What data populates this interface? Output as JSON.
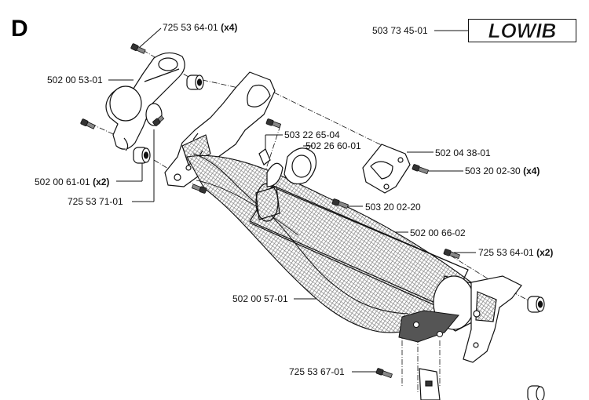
{
  "section_letter": "D",
  "logo": {
    "text": "LOWIB"
  },
  "colors": {
    "line": "#111111",
    "mesh": "#6e6e6e",
    "fill": "#ffffff"
  },
  "callouts": [
    {
      "id": "c1",
      "part": "725 53 64-01",
      "qty": "(x4)"
    },
    {
      "id": "c2",
      "part": "503 73 45-01",
      "qty": ""
    },
    {
      "id": "c3",
      "part": "502 00 53-01",
      "qty": ""
    },
    {
      "id": "c4",
      "part": "503 22 65-04",
      "qty": ""
    },
    {
      "id": "c5",
      "part": "502 26 60-01",
      "qty": ""
    },
    {
      "id": "c6",
      "part": "502 04 38-01",
      "qty": ""
    },
    {
      "id": "c7",
      "part": "503 20 02-30",
      "qty": "(x4)"
    },
    {
      "id": "c8",
      "part": "502 00 61-01",
      "qty": "(x2)"
    },
    {
      "id": "c9",
      "part": "725 53 71-01",
      "qty": ""
    },
    {
      "id": "c10",
      "part": "503 20 02-20",
      "qty": ""
    },
    {
      "id": "c11",
      "part": "502 00 66-02",
      "qty": ""
    },
    {
      "id": "c12",
      "part": "725 53 64-01",
      "qty": "(x2)"
    },
    {
      "id": "c13",
      "part": "502 00 57-01",
      "qty": ""
    },
    {
      "id": "c14",
      "part": "725 53 67-01",
      "qty": ""
    }
  ]
}
